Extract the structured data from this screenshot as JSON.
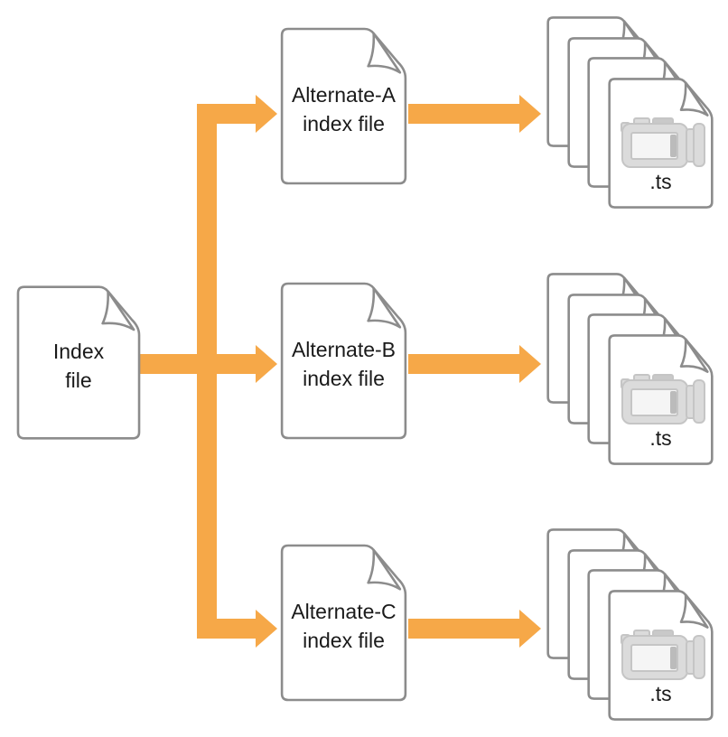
{
  "index_file": {
    "line1": "Index",
    "line2": "file"
  },
  "alternates": [
    {
      "line1": "Alternate-A",
      "line2": "index file"
    },
    {
      "line1": "Alternate-B",
      "line2": "index file"
    },
    {
      "line1": "Alternate-C",
      "line2": "index file"
    }
  ],
  "stacks": [
    {
      "label": ".ts",
      "icon": "video-camera-icon"
    },
    {
      "label": ".ts",
      "icon": "video-camera-icon"
    },
    {
      "label": ".ts",
      "icon": "video-camera-icon"
    }
  ],
  "colors": {
    "arrow_orange": "#F6A848",
    "document_border": "#8C8C8C",
    "label_text": "#1A1A1A",
    "camera_body": "#DBDBDB",
    "camera_border": "#C5C5C5",
    "camera_screen": "#F5F5F5",
    "camera_screen_bar": "#BBBBBB",
    "camera_tab": "#C9C9C9",
    "background": "#FFFFFF"
  }
}
